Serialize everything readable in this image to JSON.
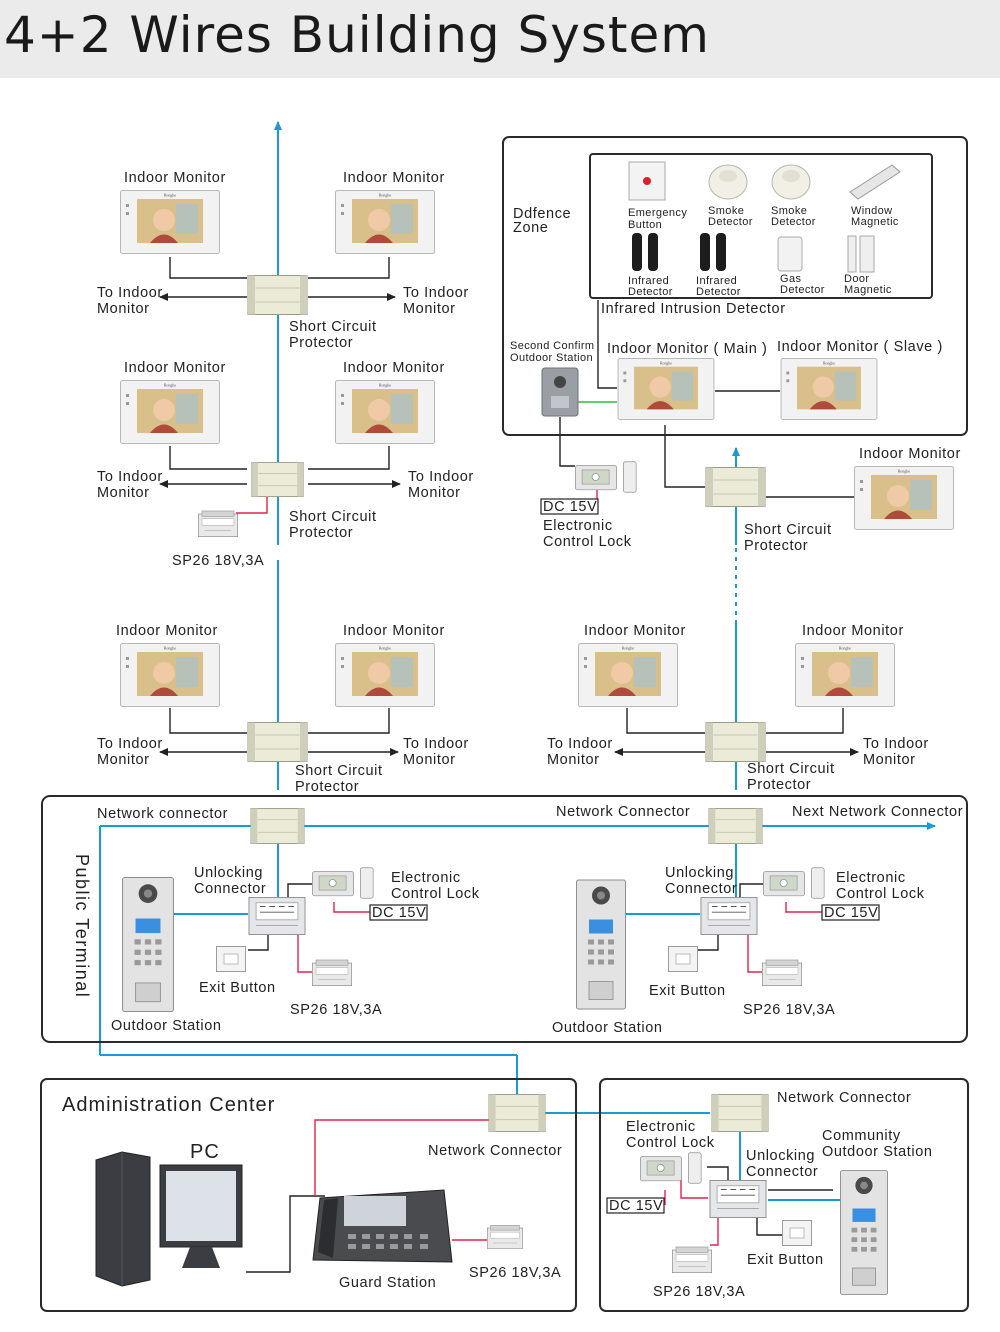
{
  "title": "4+2 Wires Building System",
  "colors": {
    "bus": "#1a9ad6",
    "power": "#e0234a",
    "wire": "#222222",
    "green": "#2fbf3a"
  },
  "labels": {
    "indoor_monitor": "Indoor Monitor",
    "to_indoor_line1": "To Indoor",
    "to_indoor_line2": "Monitor",
    "scp_line1": "Short Circuit",
    "scp_line2": "Protector",
    "sp26": "SP26 18V,3A",
    "dc15v": "DC 15V",
    "elec_lock_line1": "Electronic",
    "elec_lock_line2": "Control Lock",
    "unlocking_line1": "Unlocking",
    "unlocking_line2": "Connector",
    "exit_button": "Exit Button",
    "outdoor_station": "Outdoor Station"
  },
  "defence": {
    "zone_line1": "Ddfence",
    "zone_line2": "Zone",
    "emergency_line1": "Emergency",
    "emergency_line2": "Button",
    "smoke_line1": "Smoke",
    "smoke_line2": "Detector",
    "window_line1": "Window",
    "window_line2": "Magnetic",
    "infrared_line1": "Infrared",
    "infrared_line2": "Detector",
    "gas_line1": "Gas",
    "gas_line2": "Detector",
    "door_line1": "Door",
    "door_line2": "Magnetic",
    "intrusion": "Infrared Intrusion Detector",
    "second_line1": "Second Confirm",
    "second_line2": "Outdoor Station",
    "monitor_main": "Indoor Monitor ( Main )",
    "monitor_slave": "Indoor Monitor ( Slave )"
  },
  "public": {
    "title": "Public Terminal",
    "network_connector_left": "Network connector",
    "network_connector_mid": "Network Connector",
    "next_connector": "Next Network Connector"
  },
  "admin": {
    "title": "Administration Center",
    "pc": "PC",
    "network_connector": "Network Connector",
    "guard_station": "Guard Station"
  },
  "community": {
    "network_connector": "Network Connector",
    "outdoor_line1": "Community",
    "outdoor_line2": "Outdoor Station"
  }
}
